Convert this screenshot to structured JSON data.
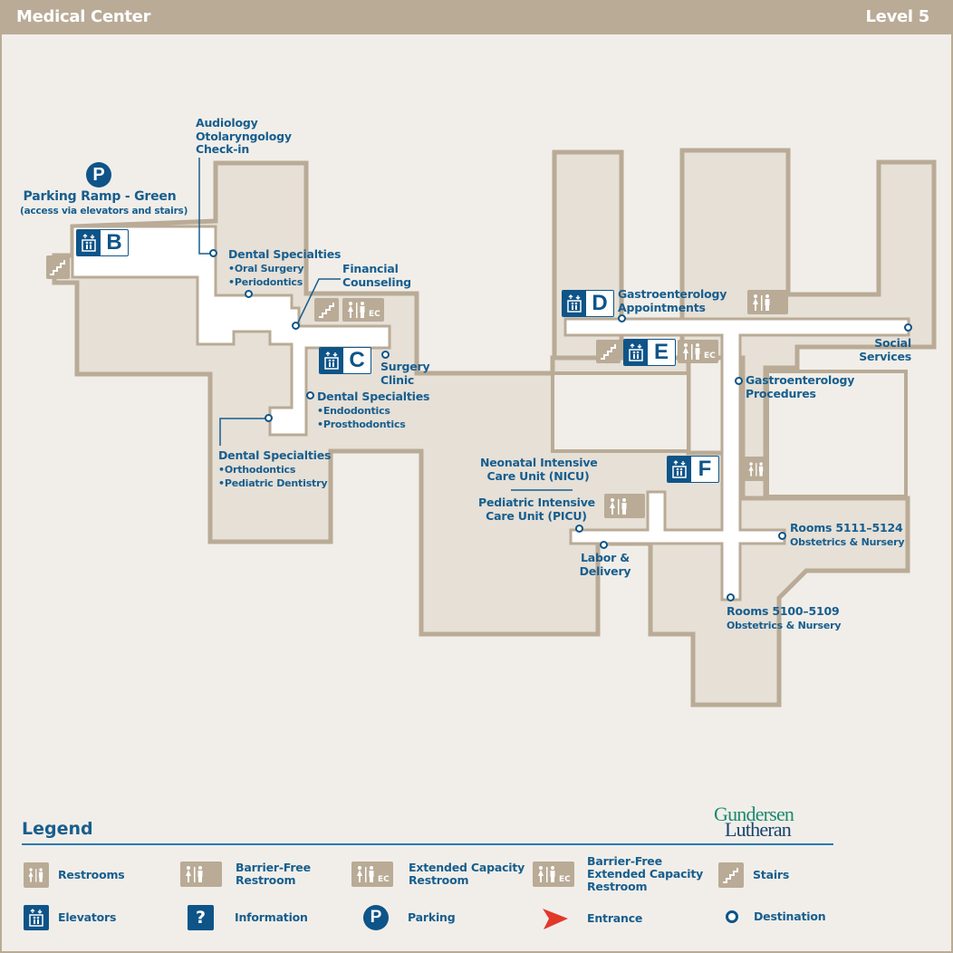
{
  "header": {
    "title": "Medical Center",
    "level": "Level 5"
  },
  "colors": {
    "header_bg": "#b9ab96",
    "background": "#f1eee9",
    "building_fill": "#e6e0d7",
    "wall": "#b9ab96",
    "corridor": "#ffffff",
    "accent_blue": "#0e5488",
    "label_blue": "#175e8e",
    "entrance_red": "#e2382b"
  },
  "parking": {
    "icon": "P",
    "title": "Parking Ramp - Green",
    "note": "(access via elevators and stairs)"
  },
  "elevators": [
    {
      "id": "B",
      "letter": "B"
    },
    {
      "id": "C",
      "letter": "C"
    },
    {
      "id": "D",
      "letter": "D"
    },
    {
      "id": "E",
      "letter": "E"
    },
    {
      "id": "F",
      "letter": "F"
    }
  ],
  "destinations": {
    "audiology": {
      "lines": [
        "Audiology",
        "Otolaryngology",
        "Check-in"
      ]
    },
    "dental_oral": {
      "title": "Dental Specialties",
      "items": [
        "Oral Surgery",
        "Periodontics"
      ]
    },
    "financial": {
      "lines": [
        "Financial",
        "Counseling"
      ]
    },
    "surgery": {
      "lines": [
        "Surgery",
        "Clinic"
      ]
    },
    "dental_endo": {
      "title": "Dental Specialties",
      "items": [
        "Endodontics",
        "Prosthodontics"
      ]
    },
    "dental_ortho": {
      "title": "Dental Specialties",
      "items": [
        "Orthodontics",
        "Pediatric Dentistry"
      ]
    },
    "gastro_appt": {
      "lines": [
        "Gastroenterology",
        "Appointments"
      ]
    },
    "social": {
      "lines": [
        "Social",
        "Services"
      ]
    },
    "gastro_proc": {
      "lines": [
        "Gastroenterology",
        "Procedures"
      ]
    },
    "nicu": {
      "lines": [
        "Neonatal Intensive",
        "Care Unit (NICU)"
      ]
    },
    "picu": {
      "lines": [
        "Pediatric Intensive",
        "Care Unit (PICU)"
      ]
    },
    "labor": {
      "lines": [
        "Labor &",
        "Delivery"
      ]
    },
    "rooms_5111": {
      "title": "Rooms 5111–5124",
      "sub": "Obstetrics & Nursery"
    },
    "rooms_5100": {
      "title": "Rooms 5100–5109",
      "sub": "Obstetrics & Nursery"
    }
  },
  "amenity_badges": {
    "ec": "EC"
  },
  "legend": {
    "title": "Legend",
    "logo": {
      "line1": "Gundersen",
      "line2": "Lutheran"
    },
    "items": [
      {
        "icon": "restroom-icon",
        "label": "Restrooms"
      },
      {
        "icon": "barrier-free-restroom-icon",
        "label": "Barrier-Free Restroom"
      },
      {
        "icon": "extended-capacity-restroom-icon",
        "label": "Extended Capacity Restroom"
      },
      {
        "icon": "barrier-free-extended-capacity-restroom-icon",
        "label": "Barrier-Free Extended Capacity Restroom"
      },
      {
        "icon": "stairs-icon",
        "label": "Stairs"
      },
      {
        "icon": "elevator-icon",
        "label": "Elevators"
      },
      {
        "icon": "information-icon",
        "label": "Information",
        "glyph": "?"
      },
      {
        "icon": "parking-icon",
        "label": "Parking",
        "glyph": "P"
      },
      {
        "icon": "entrance-icon",
        "label": "Entrance"
      },
      {
        "icon": "destination-icon",
        "label": "Destination"
      }
    ]
  }
}
